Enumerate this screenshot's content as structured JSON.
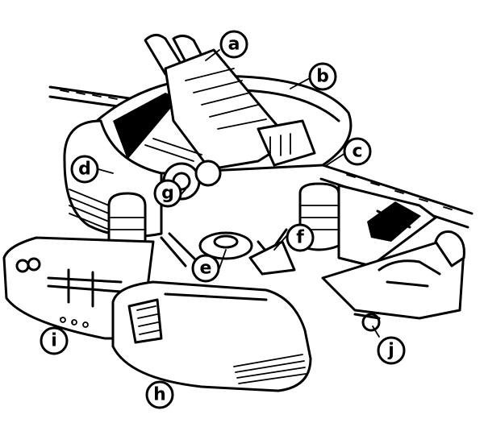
{
  "callouts": [
    {
      "id": "a",
      "label": "a"
    },
    {
      "id": "b",
      "label": "b"
    },
    {
      "id": "c",
      "label": "c"
    },
    {
      "id": "d",
      "label": "d"
    },
    {
      "id": "e",
      "label": "e"
    },
    {
      "id": "f",
      "label": "f"
    },
    {
      "id": "g",
      "label": "g"
    },
    {
      "id": "h",
      "label": "h"
    },
    {
      "id": "i",
      "label": "i"
    },
    {
      "id": "j",
      "label": "j"
    }
  ]
}
